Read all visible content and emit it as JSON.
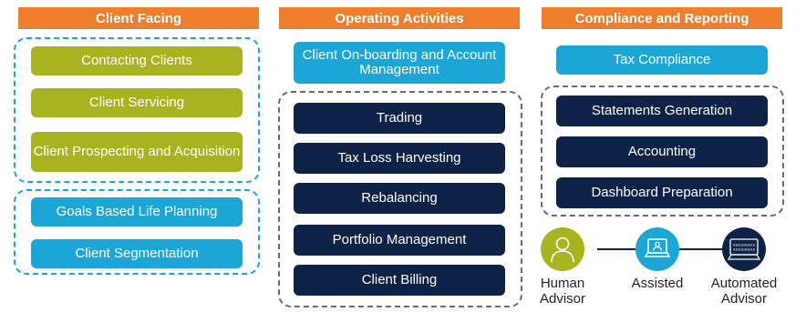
{
  "columns": {
    "client_facing": {
      "header": "Client Facing",
      "items": [
        "Contacting Clients",
        "Client Servicing",
        "Client Prospecting and Acquisition",
        "Goals Based Life Planning",
        "Client Segmentation"
      ]
    },
    "operating_activities": {
      "header": "Operating Activities",
      "top_item": "Client On-boarding and Account Management",
      "items": [
        "Trading",
        "Tax Loss Harvesting",
        "Rebalancing",
        "Portfolio Management",
        "Client Billing"
      ]
    },
    "compliance_reporting": {
      "header": "Compliance and Reporting",
      "top_item": "Tax Compliance",
      "items": [
        "Statements Generation",
        "Accounting",
        "Dashboard Preparation"
      ]
    }
  },
  "legend": {
    "human": "Human Advisor",
    "assisted": "Assisted",
    "automated": "Automated Advisor",
    "binary_text": "01010101010\n01010101010"
  },
  "colors": {
    "header": "#ee7d2c",
    "human": "#a8b41f",
    "assisted": "#1ba6d6",
    "automated": "#0c2347"
  }
}
